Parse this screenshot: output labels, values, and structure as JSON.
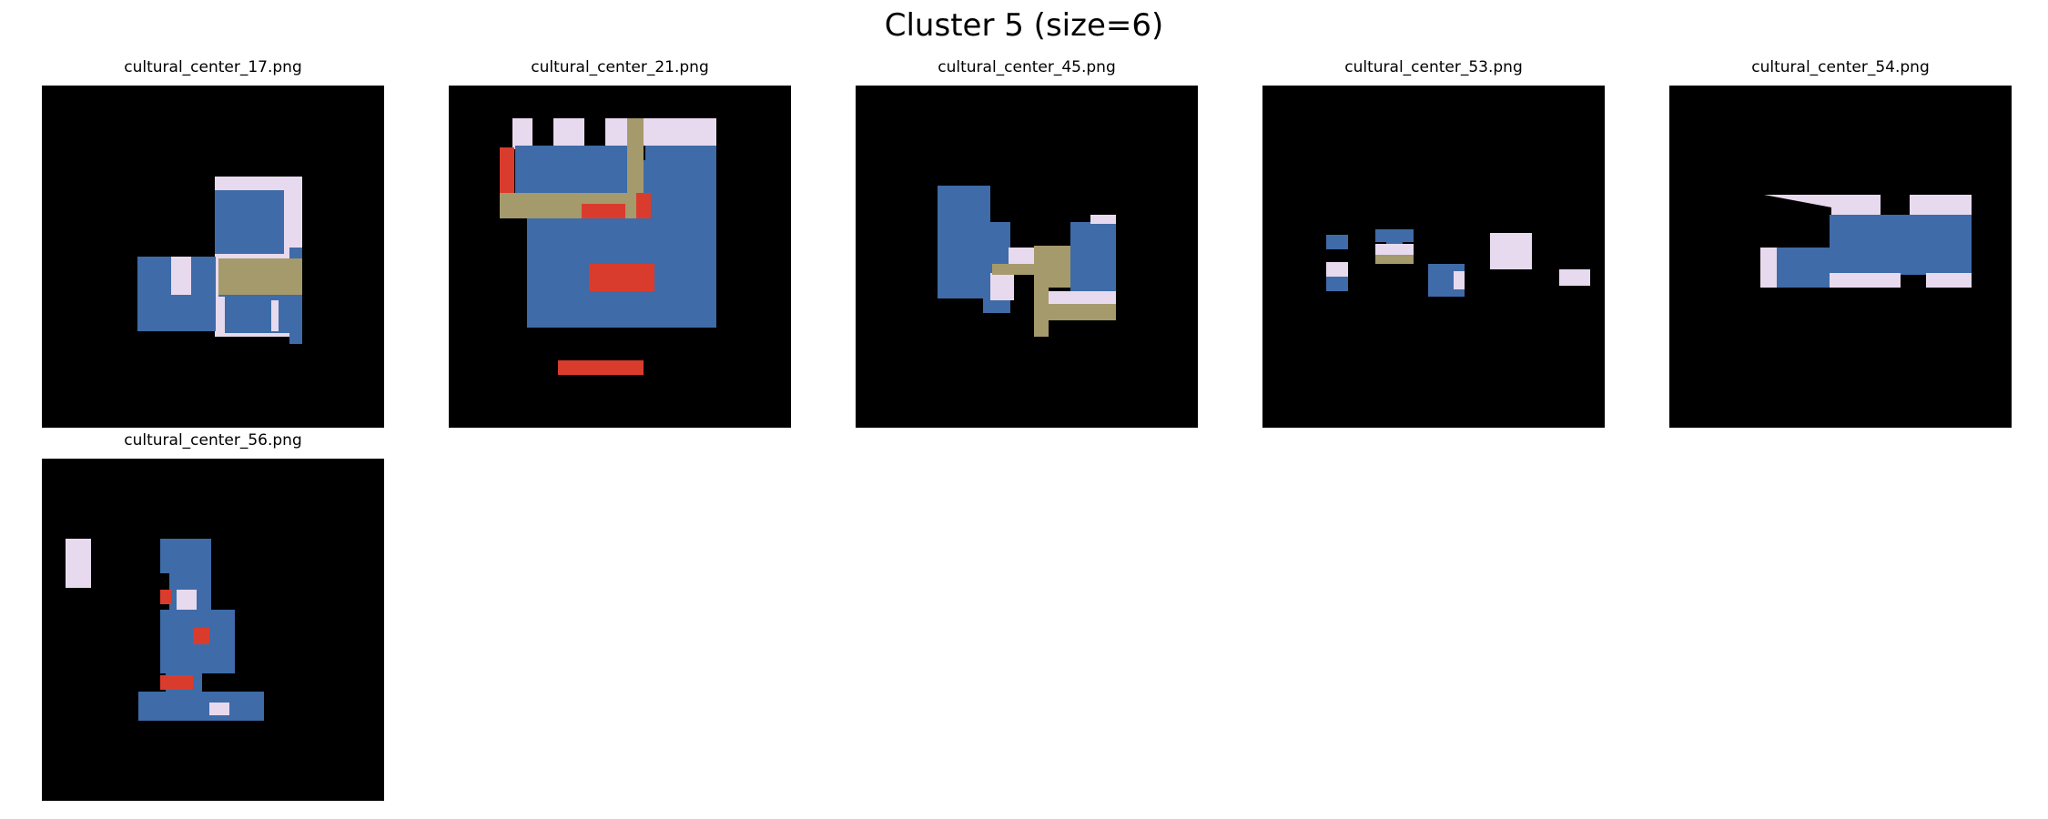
{
  "figure": {
    "title": "Cluster 5 (size=6)"
  },
  "colors": {
    "background": "#000000",
    "blue": "#3f6ba8",
    "lavender": "#e8daee",
    "tan": "#a59a6b",
    "red": "#d93c2d"
  },
  "panels": [
    {
      "caption": "cultural_center_17.png"
    },
    {
      "caption": "cultural_center_21.png"
    },
    {
      "caption": "cultural_center_45.png"
    },
    {
      "caption": "cultural_center_53.png"
    },
    {
      "caption": "cultural_center_54.png"
    },
    {
      "caption": "cultural_center_56.png"
    }
  ]
}
